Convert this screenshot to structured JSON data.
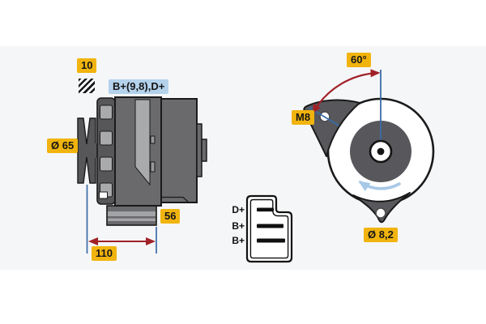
{
  "side_view": {
    "belt_width": "10",
    "terminals": "B+(9,8),D+",
    "pulley_diameter": "Ø 65",
    "dim_56": "56",
    "dim_110": "110"
  },
  "front_view": {
    "swing_angle": "60°",
    "thread_size": "M8",
    "hole_diameter": "Ø 8,2"
  },
  "connector": {
    "pins": [
      {
        "label": "D+"
      },
      {
        "label": "B+"
      },
      {
        "label": "B+"
      }
    ]
  },
  "colors": {
    "label_yellow": "#f1b40e",
    "label_blue": "#b4d2ec",
    "dimension_line_blue": "#3a6ca8",
    "arrow_red": "#a02128",
    "rotation_arrow_blue": "#a8c8e8",
    "body_gray": "#6a6a6c",
    "body_light_gray": "#a9aaac",
    "body_dark_gray": "#57575a",
    "outline": "#1a1a1a",
    "background_band": "#f5f6f8"
  }
}
